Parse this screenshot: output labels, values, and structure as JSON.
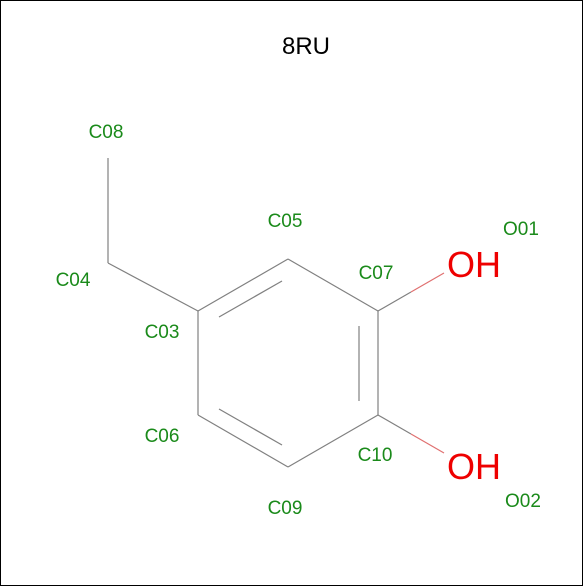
{
  "title": "8RU",
  "colors": {
    "carbon_label": "#1a8a1a",
    "hetero_label": "#ee0000",
    "bond": "#808080",
    "bond_to_oxygen": "#e07070",
    "title": "#000000"
  },
  "atoms": [
    {
      "id": "C08",
      "label": "C08"
    },
    {
      "id": "C05",
      "label": "C05"
    },
    {
      "id": "O01",
      "label": "O01"
    },
    {
      "id": "C04",
      "label": "C04"
    },
    {
      "id": "C07",
      "label": "C07"
    },
    {
      "id": "C03",
      "label": "C03"
    },
    {
      "id": "C06",
      "label": "C06"
    },
    {
      "id": "C10",
      "label": "C10"
    },
    {
      "id": "C09",
      "label": "C09"
    },
    {
      "id": "O02",
      "label": "O02"
    }
  ],
  "hydroxyls": [
    {
      "id": "OH1",
      "text": "OH"
    },
    {
      "id": "OH2",
      "text": "OH"
    }
  ]
}
